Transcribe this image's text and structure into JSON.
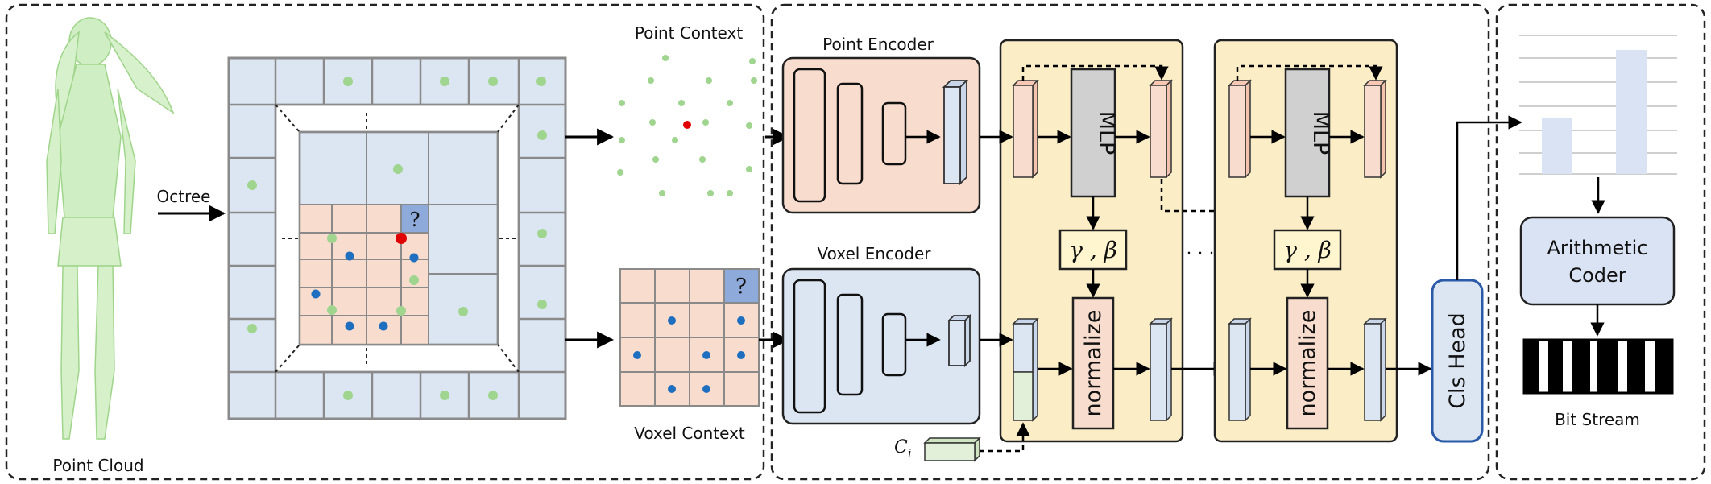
{
  "colors": {
    "cell_blue": "#dce6f2",
    "cell_pink": "#f8dccd",
    "cell_query": "#8eaadb",
    "grid_line": "#7f7f7f",
    "dot_green": "#9fd58f",
    "dot_blue": "#1f6fc0",
    "dot_red": "#e00000",
    "panel_yellow": "#fbeec7",
    "mlp_gray": "#d0d0d0",
    "encoder_pink": "#f8dccd",
    "encoder_blue": "#dce6f2",
    "ci_green": "#e2f0d9",
    "bar_blue": "#dae3f3",
    "cloud_green": "#a3d48f"
  },
  "left_section": {
    "point_cloud_label": "Point Cloud",
    "octree_label": "Octree",
    "query_symbol": "?"
  },
  "middle_section": {
    "point_context_label": "Point Context",
    "voxel_context_label": "Voxel Context",
    "voxel_query_symbol": "?",
    "point_encoder_label": "Point Encoder",
    "voxel_encoder_label": "Voxel Encoder",
    "mlp_label": "MLP",
    "gamma_beta_label": "γ , β",
    "normalize_label": "normalize",
    "ellipsis": "· · ·",
    "ci_label": "C",
    "ci_sub": "i",
    "cls_head_label": "Cls Head"
  },
  "right_section": {
    "arithmetic_coder_line1": "Arithmetic",
    "arithmetic_coder_line2": "Coder",
    "bit_stream_label": "Bit Stream"
  }
}
